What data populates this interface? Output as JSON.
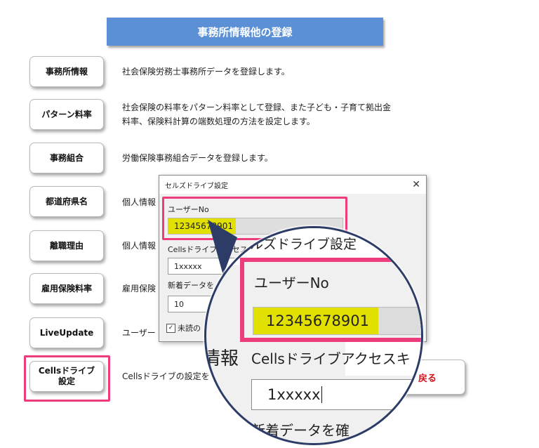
{
  "page": {
    "title": "事務所情報他の登録"
  },
  "menu": [
    {
      "label": "事務所情報",
      "desc": [
        "社会保険労務士事務所データを登録します。"
      ]
    },
    {
      "label": "パターン料率",
      "desc": [
        "社会保険の料率をパターン料率として登録、また子ども・子育て拠出金",
        "料率、保険料計算の端数処理の方法を設定します。"
      ]
    },
    {
      "label": "事務組合",
      "desc": [
        "労働保険事務組合データを登録します。"
      ]
    },
    {
      "label": "都道府県名",
      "desc": [
        "個人情報"
      ]
    },
    {
      "label": "離職理由",
      "desc": [
        "個人情報"
      ]
    },
    {
      "label": "雇用保険料率",
      "desc": [
        "雇用保険"
      ]
    },
    {
      "label": "LiveUpdate",
      "desc": [
        "ユーザー"
      ]
    },
    {
      "label_line1": "Cellsドライブ",
      "label_line2": "設定",
      "desc": [
        "Cellsドライブの設定を"
      ]
    }
  ],
  "back_button": {
    "label": "戻る"
  },
  "dialog": {
    "title": "セルズドライブ設定",
    "close_symbol": "✕",
    "user_no_label": "ユーザーNo",
    "user_no_value": "12345678901",
    "cells_access_label": "Cellsドライブアクセスキ",
    "cells_access_value": "1xxxxx",
    "new_data_label": "新着データを",
    "new_data_select_value": "10",
    "unread_checkbox_label": "未読の",
    "checkbox_mark": "✓",
    "select_arrow": "▼"
  },
  "magnifier": {
    "header_text": "ルズドライブ設定",
    "behind_text_1": "報",
    "behind_text_2": "情報",
    "user_no_label": "ユーザーNo",
    "user_no_value": "12345678901",
    "cells_access_label": "Cellsドライブアクセスキ",
    "cells_access_value": "1xxxxx",
    "new_data_label": "新着データを確"
  },
  "colors": {
    "banner": "#5b8fd6",
    "highlight": "#ec3c7c",
    "user_no_fill": "#e1e000",
    "back_text": "#d0121b",
    "pointer": "#2c3c66"
  }
}
